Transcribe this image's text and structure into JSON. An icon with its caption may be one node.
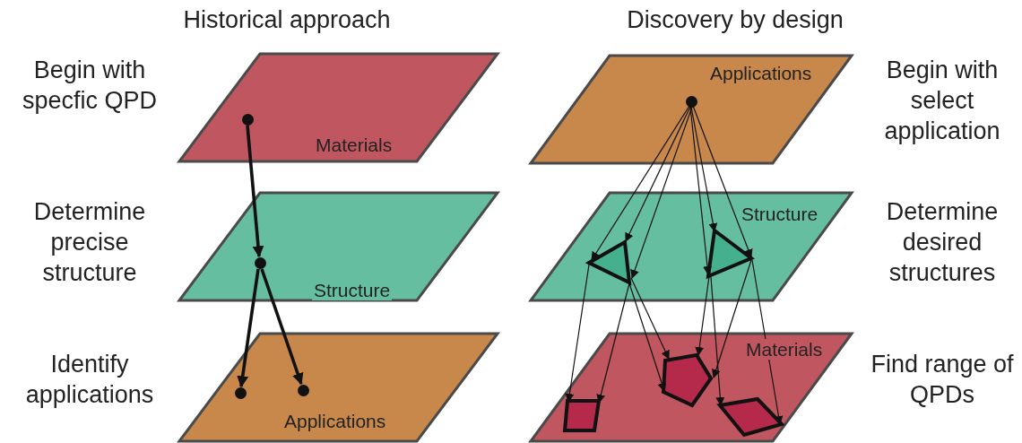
{
  "diagram": {
    "nodes": [
      {
        "text": [
          "Materials"
        ]
      },
      {
        "text": [],
        "shape": "circle",
        "in": 0
      },
      {
        "text": [
          "Structure"
        ]
      },
      {
        "text": [],
        "shape": "circle",
        "in": 2
      },
      {
        "text": [
          "Applications"
        ]
      },
      {
        "text": [],
        "shape": "circle",
        "in": 4
      },
      {
        "text": [],
        "shape": "circle",
        "in": 4
      },
      {
        "text": [
          "Applications"
        ]
      },
      {
        "text": [],
        "shape": "circle",
        "in": 7
      },
      {
        "text": [
          "Structure"
        ]
      },
      {
        "text": [],
        "shape": "triangle",
        "in": 9
      },
      {
        "text": [],
        "shape": "triangle",
        "in": 9
      },
      {
        "text": [
          "Materials"
        ]
      },
      {
        "text": [],
        "shape": "parallelogram",
        "in": 12
      },
      {
        "text": [],
        "shape": "pentagon",
        "in": 12
      },
      {
        "text": [],
        "shape": "diamond",
        "in": 12
      }
    ],
    "edges": [
      {
        "from": 1,
        "to": 3,
        "arrow": "to",
        "style": "thick"
      },
      {
        "from": 3,
        "to": 5,
        "arrow": "to",
        "style": "thick"
      },
      {
        "from": 3,
        "to": 6,
        "arrow": "to",
        "style": "thick"
      },
      {
        "from": 8,
        "to": 10,
        "arrow": "to"
      },
      {
        "from": 8,
        "to": 10,
        "arrow": "to"
      },
      {
        "from": 8,
        "to": 10,
        "arrow": "to"
      },
      {
        "from": 8,
        "to": 11,
        "arrow": "to"
      },
      {
        "from": 8,
        "to": 11,
        "arrow": "to"
      },
      {
        "from": 8,
        "to": 11,
        "arrow": "to"
      },
      {
        "from": 10,
        "to": 13,
        "arrow": "to"
      },
      {
        "from": 10,
        "to": 13,
        "arrow": "to"
      },
      {
        "from": 10,
        "to": 14,
        "arrow": "to"
      },
      {
        "from": 10,
        "to": 14,
        "arrow": "to"
      },
      {
        "from": 11,
        "to": 14,
        "arrow": "to"
      },
      {
        "from": 11,
        "to": 14,
        "arrow": "to"
      },
      {
        "from": 11,
        "to": 15,
        "arrow": "to"
      },
      {
        "from": 11,
        "to": 15,
        "arrow": "to"
      }
    ],
    "labels": [
      "Historical approach",
      "Discovery by design",
      "Begin with specfic QPD",
      "Begin with select application",
      "Determine precise structure",
      "Determine desired structures",
      "Identify applications",
      "Find range of QPDs"
    ]
  }
}
